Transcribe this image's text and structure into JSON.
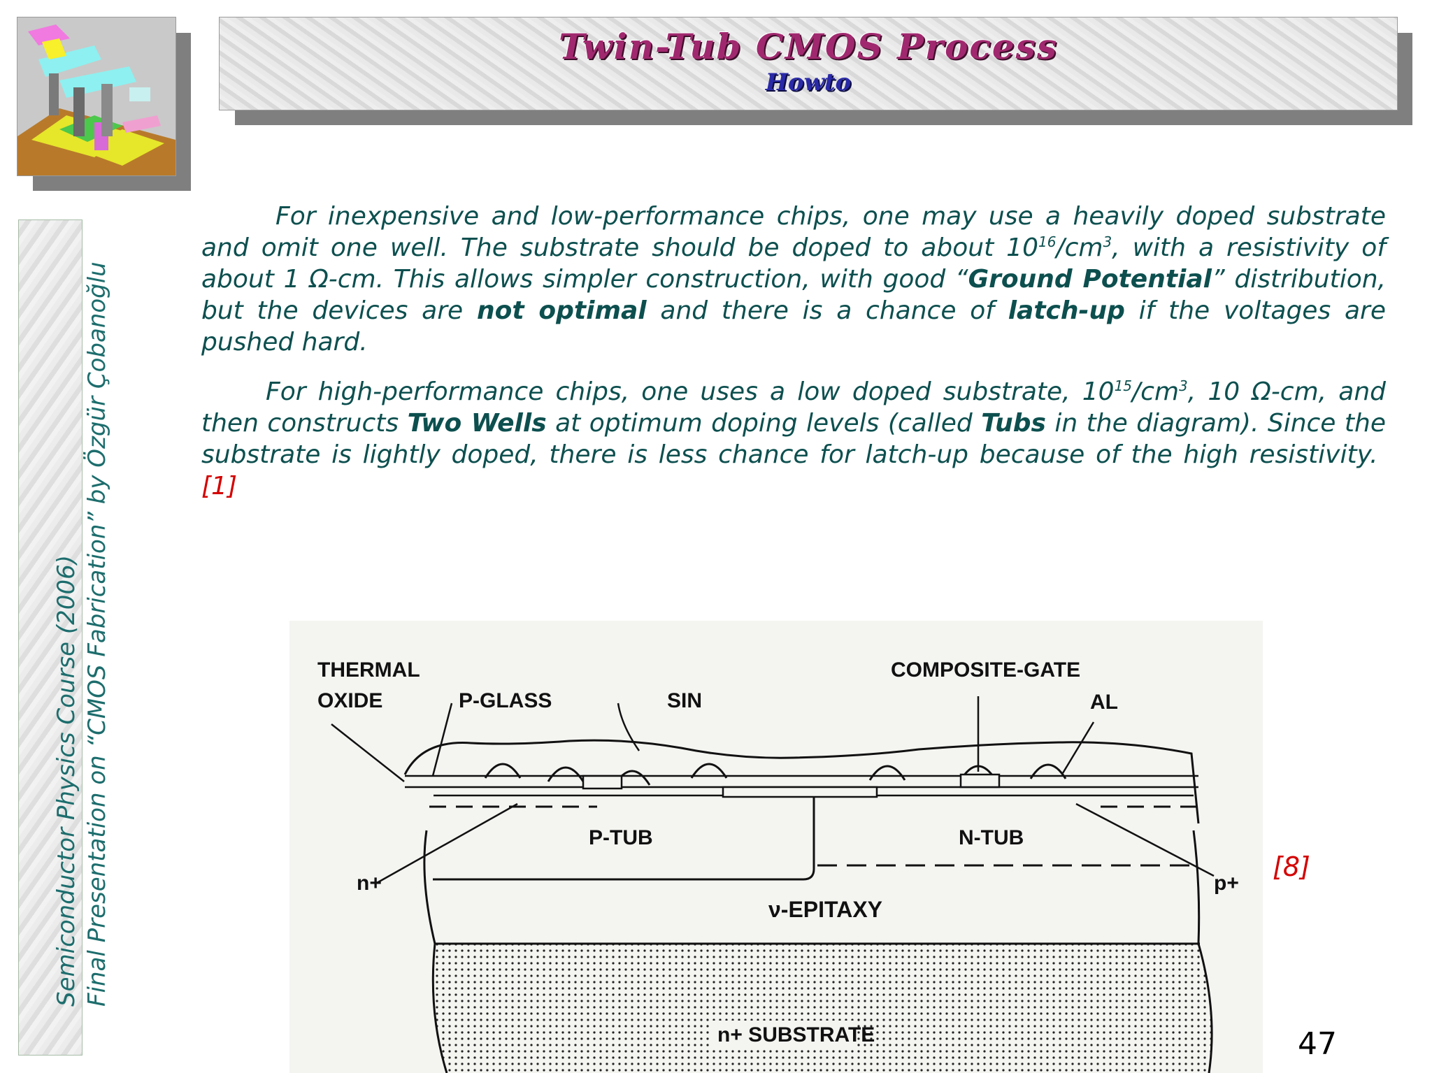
{
  "header": {
    "title": "Twin-Tub CMOS Process",
    "subtitle": "Howto"
  },
  "sidebar": {
    "line1": "Semiconductor Physics Course (2006)",
    "line2": "Final Presentation on “CMOS Fabrication” by Özgür Çobanoğlu"
  },
  "para1": {
    "t1": "For inexpensive and low-performance chips, one may use a heavily doped substrate and omit one well. The substrate should be doped to about 10",
    "sup1": "16",
    "t2": "/cm",
    "sup2": "3",
    "t3": ", with a resistivity of about 1 Ω-cm. This allows simpler construction, with good “",
    "b1": "Ground Potential",
    "t4": "” distribution, but the devices are ",
    "b2": "not optimal",
    "t5": " and there is a chance of ",
    "b3": "latch-up",
    "t6": " if the voltages are pushed hard."
  },
  "para2": {
    "t1": "For high-performance chips, one uses a low doped substrate, 10",
    "sup1": "15",
    "t2": "/cm",
    "sup2": "3",
    "t3": ", 10 Ω-cm, and then constructs ",
    "b1": "Two Wells",
    "t4": " at optimum doping levels (called ",
    "b2": "Tubs",
    "t5": " in the diagram). Since the substrate is lightly doped, there is less chance for latch-up because of the high resistivity.",
    "ref": "[1]"
  },
  "figure": {
    "labels": {
      "thermal": "THERMAL",
      "oxide": "OXIDE",
      "pglass": "P-GLASS",
      "sin": "SIN",
      "compgate": "COMPOSITE-GATE",
      "al": "AL",
      "ptub": "P-TUB",
      "ntub": "N-TUB",
      "nplus": "n+",
      "pplus": "p+",
      "epitaxy": "ν-EPITAXY",
      "substrate": "n+ SUBSTRATE"
    },
    "ref": "[8]"
  },
  "page_number": "47"
}
